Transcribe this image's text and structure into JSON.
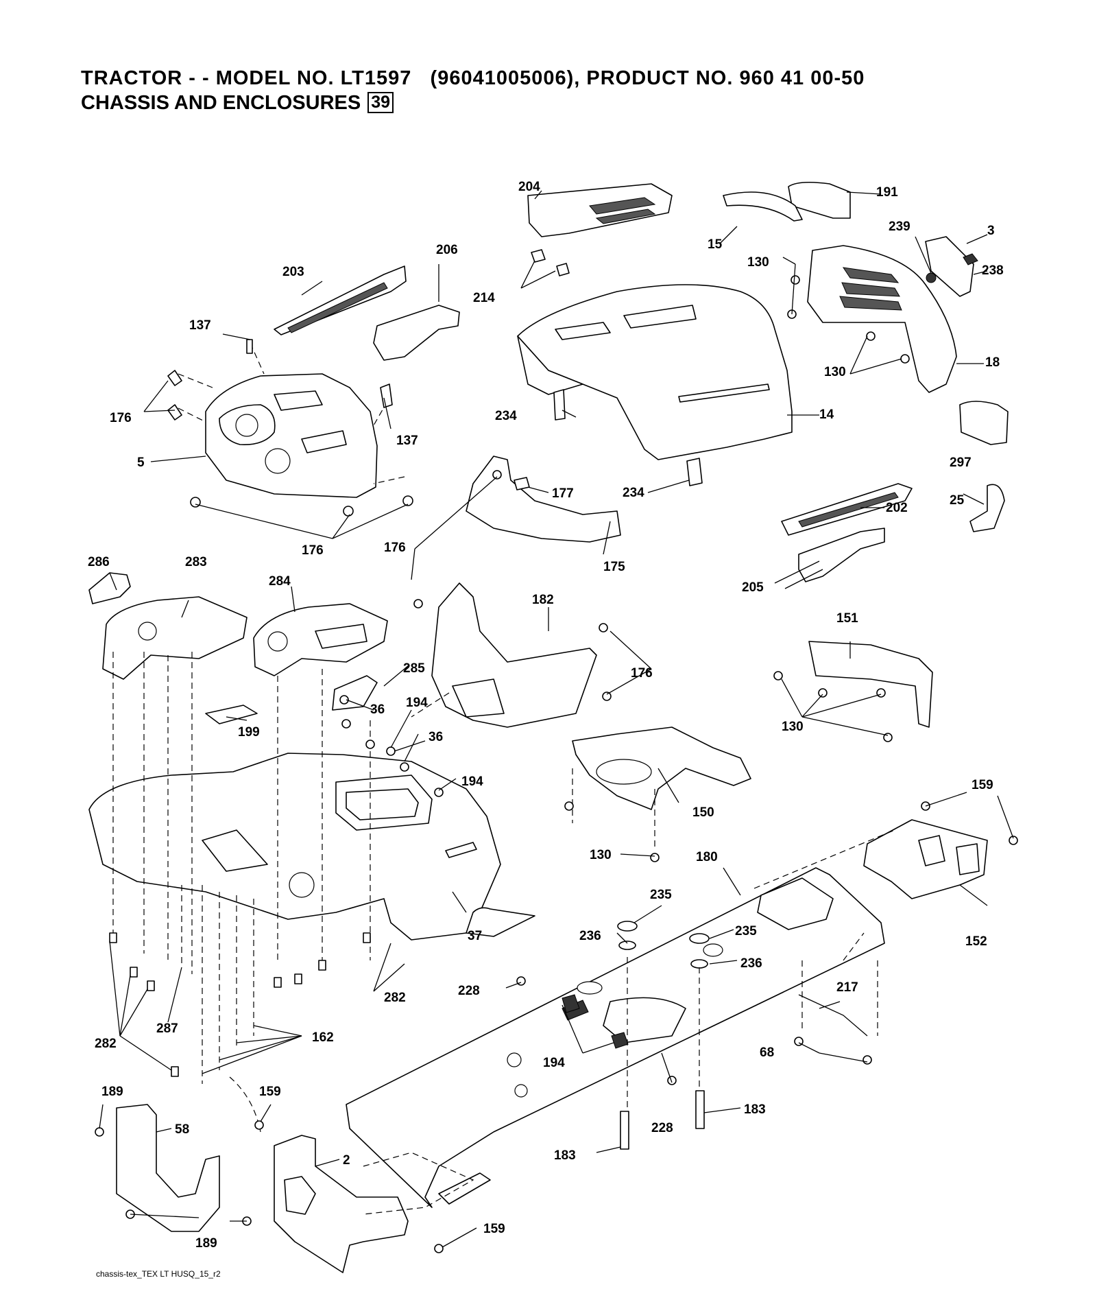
{
  "header": {
    "title": "TRACTOR - - MODEL NO. LT1597   (96041005006), PRODUCT NO. 960 41 00-50",
    "subtitle": "CHASSIS AND ENCLOSURES",
    "page_box": "39"
  },
  "footer": {
    "file_label": "chassis-tex_TEX LT HUSQ_15_r2"
  },
  "parts": [
    "204",
    "191",
    "15",
    "239",
    "3",
    "238",
    "130",
    "206",
    "203",
    "214",
    "137",
    "18",
    "176",
    "234",
    "14",
    "5",
    "177",
    "297",
    "202",
    "25",
    "175",
    "205",
    "286",
    "283",
    "284",
    "182",
    "151",
    "285",
    "36",
    "194",
    "199",
    "150",
    "159",
    "180",
    "235",
    "236",
    "37",
    "152",
    "228",
    "217",
    "282",
    "287",
    "162",
    "68",
    "189",
    "58",
    "183",
    "2"
  ]
}
